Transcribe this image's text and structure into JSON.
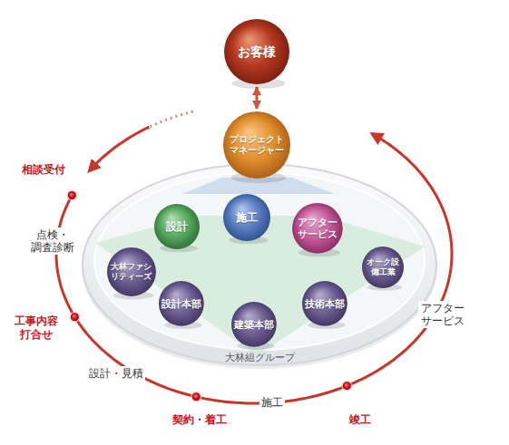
{
  "diagram": {
    "nodes": [
      {
        "text": [
          "お客様"
        ]
      },
      {
        "text": [
          "プロジェクト マネージャー"
        ]
      },
      {
        "text": [
          "大林組グループ"
        ]
      },
      {
        "text": [
          "設計"
        ],
        "in": 2
      },
      {
        "text": [
          "施工"
        ],
        "in": 2
      },
      {
        "text": [
          "アフター サービス"
        ],
        "in": 2
      },
      {
        "text": [
          "大林ファシリティーズ"
        ],
        "in": 2
      },
      {
        "text": [
          "オーク設備工業"
        ],
        "in": 2
      },
      {
        "text": [
          "設計本部"
        ],
        "in": 2
      },
      {
        "text": [
          "建築本部"
        ],
        "in": 2
      },
      {
        "text": [
          "技術本部"
        ],
        "in": 2
      }
    ],
    "edges": [
      {
        "from": 0,
        "to": 1,
        "arrow": "both"
      }
    ],
    "labels": [
      "相談受付",
      "点検・ 調査診断",
      "工事内容 打合せ",
      "設計・見積",
      "契約・着工",
      "施工",
      "竣工",
      "アフター サービス"
    ]
  }
}
